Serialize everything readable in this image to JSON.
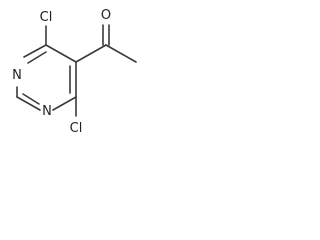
{
  "molecule": {
    "atoms": {
      "cl_top": "Cl",
      "cl_bottom": "Cl",
      "n_upper": "N",
      "n_lower": "N",
      "o": "O"
    },
    "colors": {
      "bond": "#3a3a3a",
      "text": "#222222",
      "background": "#ffffff"
    }
  }
}
